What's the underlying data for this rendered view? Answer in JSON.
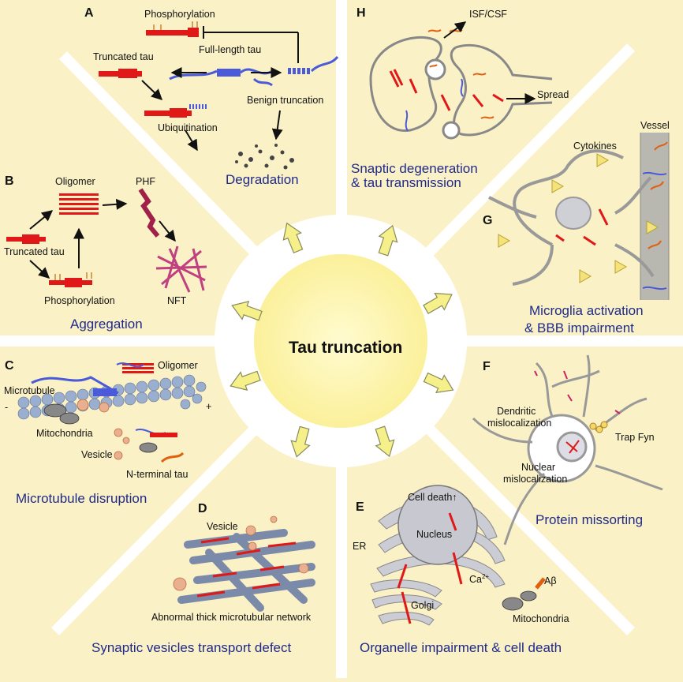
{
  "center": {
    "title": "Tau truncation"
  },
  "panelA": {
    "letter": "A",
    "phosphorylation": "Phosphorylation",
    "full_length_tau": "Full-length tau",
    "truncated_tau": "Truncated tau",
    "benign_truncation": "Benign truncation",
    "ubiquitination": "Ubiquitination",
    "title": "Degradation"
  },
  "panelB": {
    "letter": "B",
    "oligomer": "Oligomer",
    "phf": "PHF",
    "truncated_tau": "Truncated tau",
    "phosphorylation": "Phosphorylation",
    "nft": "NFT",
    "title": "Aggregation"
  },
  "panelC": {
    "letter": "C",
    "oligomer": "Oligomer",
    "microtubule": "Microtubule",
    "minus": "-",
    "plus": "+",
    "mitochondria": "Mitochondria",
    "vesicle": "Vesicle",
    "n_terminal_tau": "N-terminal tau",
    "title": "Microtubule disruption"
  },
  "panelD": {
    "letter": "D",
    "vesicle": "Vesicle",
    "network": "Abnormal thick microtubular network",
    "title": "Synaptic vesicles transport defect"
  },
  "panelE": {
    "letter": "E",
    "cell_death": "Cell death↑",
    "nucleus": "Nucleus",
    "er": "ER",
    "ca": "Ca",
    "ca_sup": "2+",
    "golgi": "Golgi",
    "abeta": "Aβ",
    "mitochondria": "Mitochondria",
    "title": "Organelle impairment & cell death"
  },
  "panelF": {
    "letter": "F",
    "dendritic1": "Dendritic",
    "dendritic2": "mislocalization",
    "trap_fyn": "Trap Fyn",
    "nuclear1": "Nuclear",
    "nuclear2": "mislocalization",
    "title": "Protein missorting"
  },
  "panelG": {
    "letter": "G",
    "vessel": "Vessel",
    "cytokines": "Cytokines",
    "title1": "Microglia activation",
    "title2": "& BBB impairment"
  },
  "panelH": {
    "letter": "H",
    "isf_csf": "ISF/CSF",
    "spread": "Spread",
    "title1": "Snaptic degeneration",
    "title2": "& tau transmission"
  },
  "colors": {
    "background": "#fbf1c6",
    "center_disc": "#fdf3a6",
    "tau_red": "#e01818",
    "tau_blue": "#4a5ad8",
    "title_blue": "#1f2a8a",
    "arrow_fill": "#f6f08a"
  }
}
